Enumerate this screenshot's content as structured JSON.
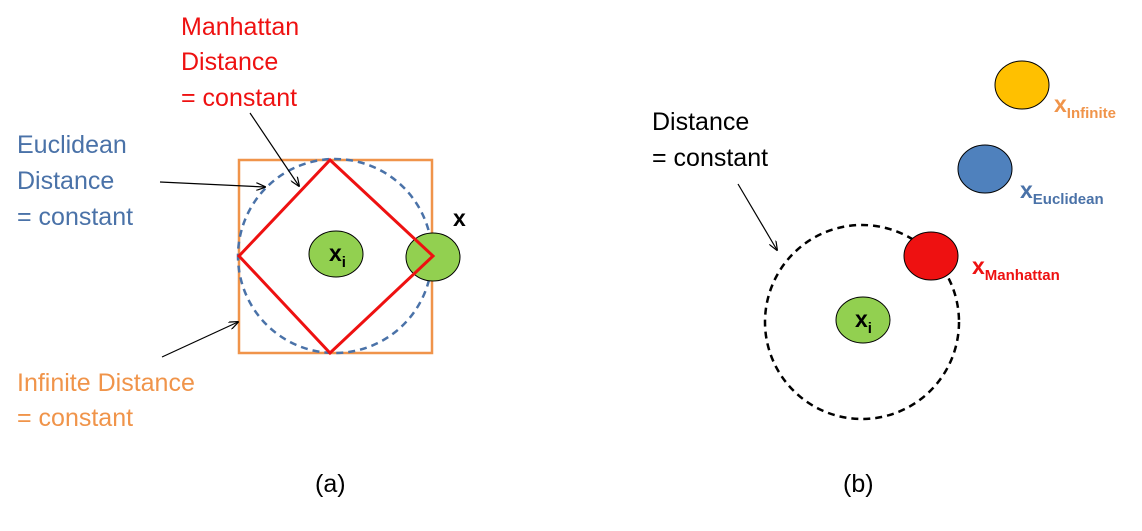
{
  "colors": {
    "manhattan": "#ee1111",
    "euclidean": "#4a72a8",
    "infinite": "#f0944a",
    "green": "#92d050",
    "blue_dot": "#4f81bd",
    "yellow_dot": "#ffc000",
    "black": "#000000"
  },
  "panel_a": {
    "manhattan_label": [
      "Manhattan",
      "Distance",
      "= constant"
    ],
    "euclidean_label": [
      "Euclidean",
      "Distance",
      "= constant"
    ],
    "infinite_label": [
      "Infinite Distance",
      "= constant"
    ],
    "center_point": {
      "base": "x",
      "sub": "i"
    },
    "outer_point": "x",
    "caption": "(a)"
  },
  "panel_b": {
    "distance_label": [
      "Distance",
      "= constant"
    ],
    "center_point": {
      "base": "x",
      "sub": "i"
    },
    "points": [
      {
        "base": "x",
        "sub": "Infinite"
      },
      {
        "base": "x",
        "sub": "Euclidean"
      },
      {
        "base": "x",
        "sub": "Manhattan"
      }
    ],
    "caption": "(b)"
  }
}
